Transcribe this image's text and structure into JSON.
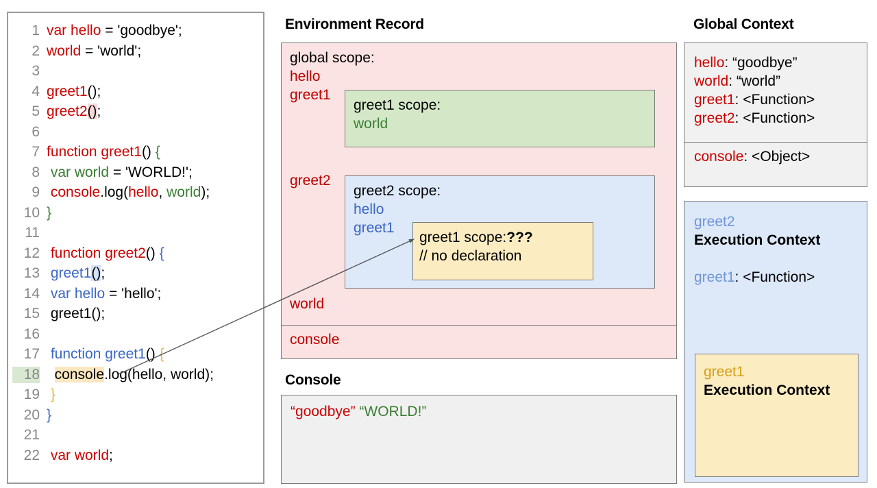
{
  "code_editor": {
    "lines": [
      {
        "num": "1",
        "tokens": [
          {
            "t": "var hello",
            "c": "c-red"
          },
          {
            "t": " = 'goodbye';",
            "c": "c-black"
          }
        ]
      },
      {
        "num": "2",
        "tokens": [
          {
            "t": "world",
            "c": "c-red"
          },
          {
            "t": " = 'world';",
            "c": "c-black"
          }
        ]
      },
      {
        "num": "3",
        "tokens": []
      },
      {
        "num": "4",
        "tokens": [
          {
            "t": "greet1",
            "c": "c-red"
          },
          {
            "t": "();",
            "c": "c-black"
          }
        ]
      },
      {
        "num": "5",
        "tokens": [
          {
            "t": "greet2",
            "c": "c-red"
          },
          {
            "t": "()",
            "c": "c-black",
            "hl": "hl-pink"
          },
          {
            "t": ";",
            "c": "c-black"
          }
        ]
      },
      {
        "num": "6",
        "tokens": []
      },
      {
        "num": "7",
        "tokens": [
          {
            "t": "function greet1",
            "c": "c-red"
          },
          {
            "t": "() ",
            "c": "c-black"
          },
          {
            "t": "{",
            "c": "c-green"
          }
        ]
      },
      {
        "num": "8",
        "tokens": [
          {
            "t": " var world",
            "c": "c-green"
          },
          {
            "t": " = 'WORLD!';",
            "c": "c-black"
          }
        ]
      },
      {
        "num": "9",
        "tokens": [
          {
            "t": " ",
            "c": "c-black"
          },
          {
            "t": "console",
            "c": "c-red"
          },
          {
            "t": ".log(",
            "c": "c-black"
          },
          {
            "t": "hello",
            "c": "c-red"
          },
          {
            "t": ", ",
            "c": "c-black"
          },
          {
            "t": "world",
            "c": "c-green"
          },
          {
            "t": ");",
            "c": "c-black"
          }
        ]
      },
      {
        "num": "10",
        "tokens": [
          {
            "t": "}",
            "c": "c-green"
          }
        ]
      },
      {
        "num": "11",
        "tokens": []
      },
      {
        "num": "12",
        "tokens": [
          {
            "t": " function greet2",
            "c": "c-red"
          },
          {
            "t": "() ",
            "c": "c-black"
          },
          {
            "t": "{",
            "c": "c-blue"
          }
        ]
      },
      {
        "num": "13",
        "tokens": [
          {
            "t": " greet1",
            "c": "c-blue"
          },
          {
            "t": "()",
            "c": "c-black",
            "hl": "hl-blue"
          },
          {
            "t": ";",
            "c": "c-black"
          }
        ]
      },
      {
        "num": "14",
        "tokens": [
          {
            "t": " var hello",
            "c": "c-blue"
          },
          {
            "t": " = 'hello';",
            "c": "c-black"
          }
        ]
      },
      {
        "num": "15",
        "tokens": [
          {
            "t": " greet1();",
            "c": "c-black"
          }
        ]
      },
      {
        "num": "16",
        "tokens": []
      },
      {
        "num": "17",
        "tokens": [
          {
            "t": " function greet1",
            "c": "c-blue"
          },
          {
            "t": "() ",
            "c": "c-black"
          },
          {
            "t": "{",
            "c": "c-orange"
          }
        ]
      },
      {
        "num": "18",
        "tokens": [
          {
            "t": "  ",
            "c": "c-black"
          },
          {
            "t": "console",
            "c": "c-black",
            "hl": "hl-amber"
          },
          {
            "t": ".log(hello, world);",
            "c": "c-black"
          }
        ],
        "line_highlight": true
      },
      {
        "num": "19",
        "tokens": [
          {
            "t": " }",
            "c": "c-orange"
          }
        ]
      },
      {
        "num": "20",
        "tokens": [
          {
            "t": "}",
            "c": "c-blue"
          }
        ]
      },
      {
        "num": "21",
        "tokens": []
      },
      {
        "num": "22",
        "tokens": [
          {
            "t": " var world",
            "c": "c-red"
          },
          {
            "t": ";",
            "c": "c-black"
          }
        ]
      }
    ]
  },
  "environment_record": {
    "title": "Environment Record",
    "global_scope_label": "global scope:",
    "globals": [
      "hello",
      "greet1",
      "greet2",
      "world"
    ],
    "console_binding": "console",
    "greet1_scope": {
      "heading": "greet1 scope:",
      "vars": [
        "world"
      ]
    },
    "greet2_scope": {
      "heading": "greet2 scope:",
      "vars": [
        "hello",
        "greet1"
      ],
      "inner_greet1_scope": {
        "heading_plain": "greet1 scope:",
        "heading_unknown": "???",
        "comment": "// no declaration"
      }
    }
  },
  "console": {
    "title": "Console",
    "output": [
      {
        "text": "“goodbye”",
        "color": "c-red"
      },
      {
        "text": "“WORLD!”",
        "color": "c-green"
      }
    ]
  },
  "global_context": {
    "title": "Global Context",
    "bindings": [
      {
        "name": "hello",
        "value": ": “goodbye”"
      },
      {
        "name": "world",
        "value": ": “world”"
      },
      {
        "name": "greet1",
        "value": ": <Function>"
      },
      {
        "name": "greet2",
        "value": ": <Function>"
      }
    ],
    "console_binding": {
      "name": "console",
      "value": ": <Object>"
    }
  },
  "greet2_execution_context": {
    "name": "greet2",
    "subtitle": "Execution Context",
    "binding": {
      "name": "greet1",
      "value": ": <Function>"
    },
    "greet1_execution_context": {
      "name": "greet1",
      "subtitle": "Execution Context"
    }
  },
  "colors": {
    "red": "#cc0000",
    "green": "#3a7d34",
    "blue": "#3a66c4",
    "light_blue": "#6f96d8",
    "gold": "#d4a017",
    "pink_panel": "#fce3e3",
    "green_panel": "#d4e8c8",
    "blue_panel": "#dde8f8",
    "amber_panel": "#fcecc2",
    "gray_panel": "#f1f1f1",
    "border": "#7a7a7a"
  }
}
